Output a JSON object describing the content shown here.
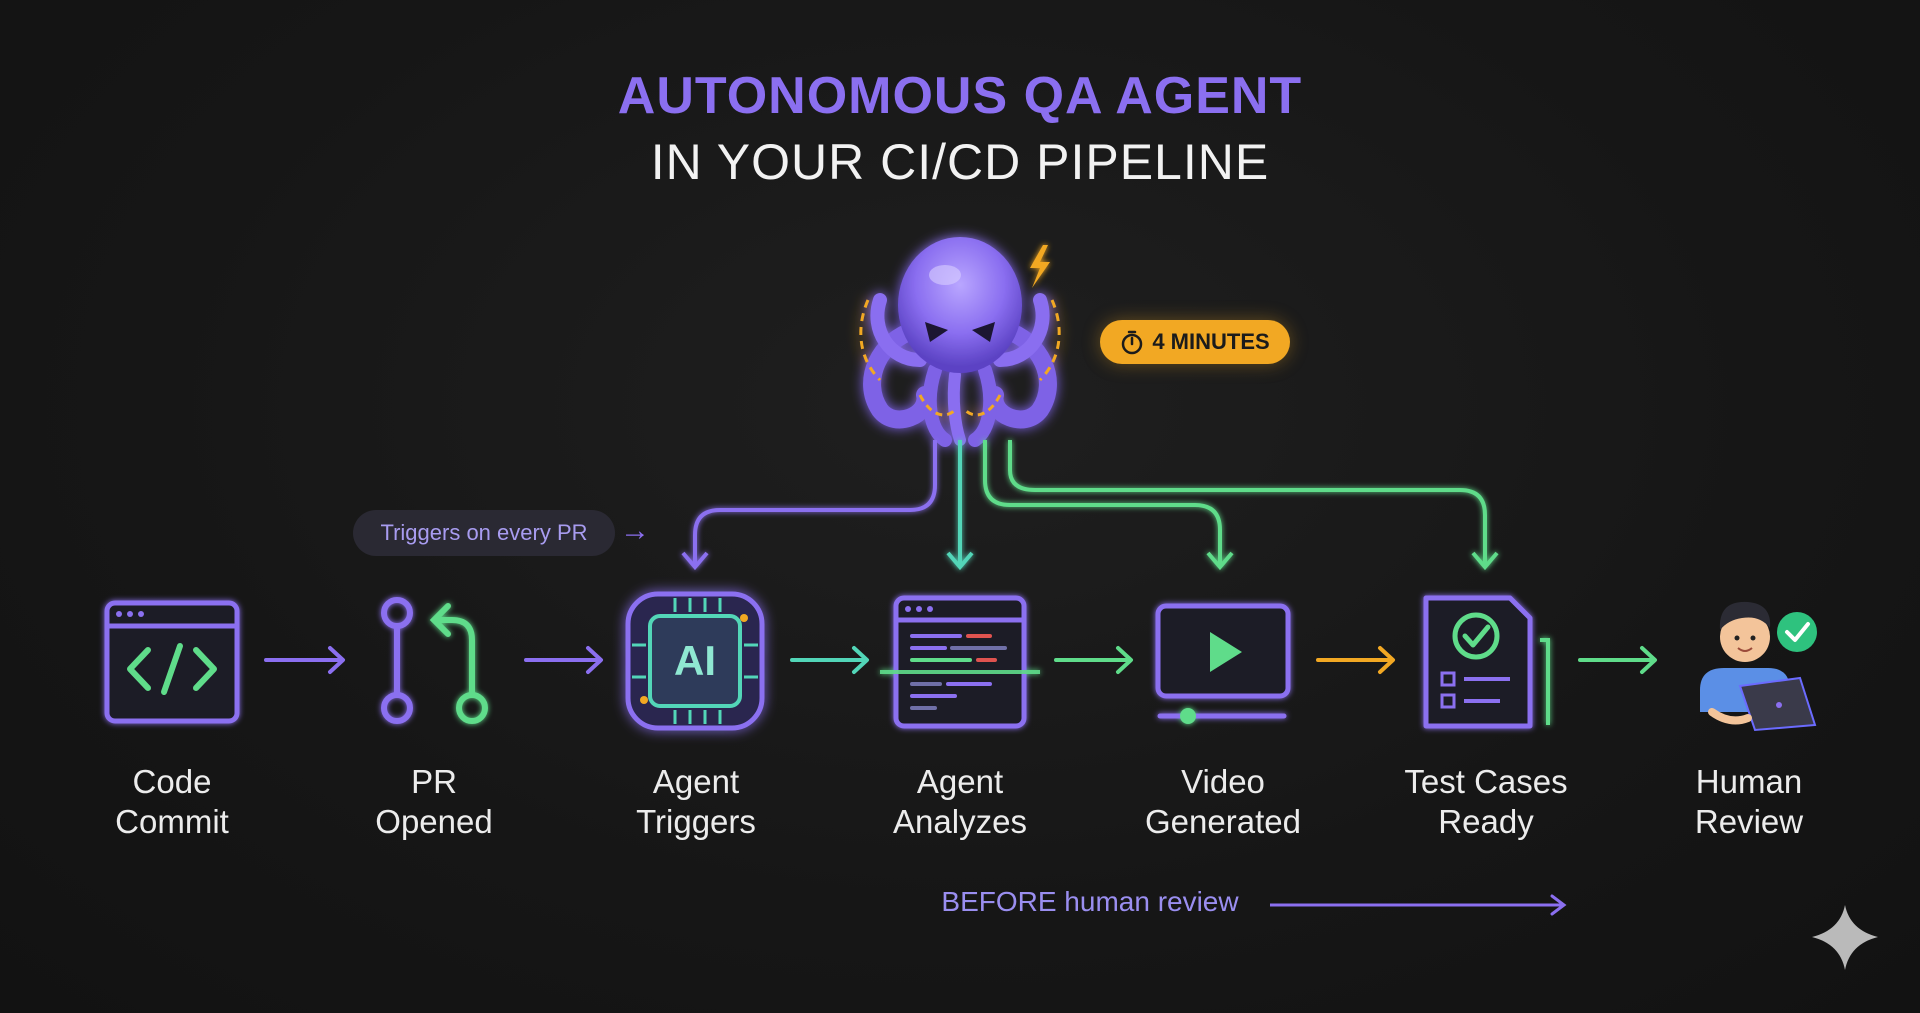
{
  "title": {
    "line1": "AUTONOMOUS QA AGENT",
    "line2": "IN YOUR CI/CD PIPELINE"
  },
  "badge": {
    "text": "4 MINUTES",
    "icon": "stopwatch-icon",
    "color": "#f2a823"
  },
  "trigger_note": {
    "text": "Triggers on every PR"
  },
  "center_icon": "octopus-agent-icon",
  "steps": [
    {
      "line1": "Code",
      "line2": "Commit",
      "icon": "code-window-icon"
    },
    {
      "line1": "PR",
      "line2": "Opened",
      "icon": "git-pull-request-icon"
    },
    {
      "line1": "Agent",
      "line2": "Triggers",
      "icon": "ai-chip-icon",
      "chip_text": "AI"
    },
    {
      "line1": "Agent",
      "line2": "Analyzes",
      "icon": "code-scan-icon"
    },
    {
      "line1": "Video",
      "line2": "Generated",
      "icon": "video-player-icon"
    },
    {
      "line1": "Test Cases",
      "line2": "Ready",
      "icon": "checklist-document-icon"
    },
    {
      "line1": "Human",
      "line2": "Review",
      "icon": "person-laptop-icon"
    }
  ],
  "footer": {
    "text": "BEFORE human review"
  },
  "colors": {
    "purple": "#8b6ff0",
    "green": "#5fdc8a",
    "teal": "#52d6b8",
    "orange": "#f2a823",
    "background": "#161616"
  }
}
